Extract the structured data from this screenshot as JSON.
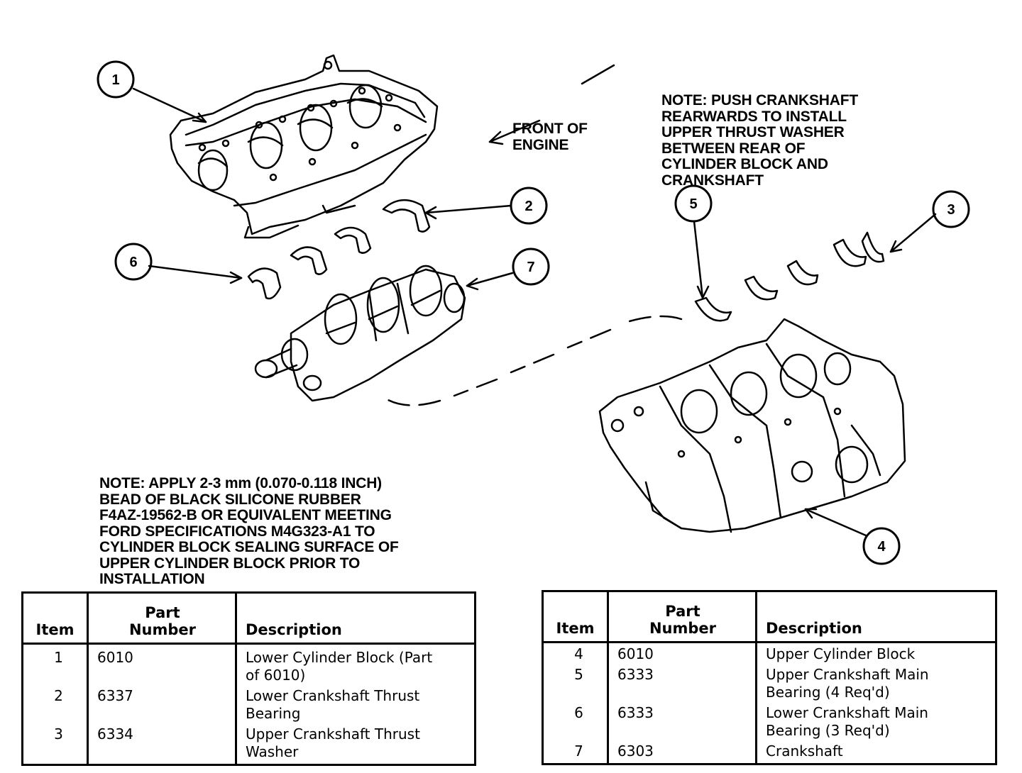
{
  "callouts": [
    "1",
    "2",
    "3",
    "4",
    "5",
    "6",
    "7"
  ],
  "front_label": [
    "FRONT OF",
    "ENGINE"
  ],
  "note_top": [
    "NOTE: PUSH CRANKSHAFT",
    "REARWARDS TO INSTALL",
    "UPPER THRUST WASHER",
    "BETWEEN REAR OF",
    "CYLINDER BLOCK AND",
    "CRANKSHAFT"
  ],
  "note_bottom": [
    "NOTE: APPLY 2-3 mm (0.070-0.118 INCH)",
    "BEAD OF BLACK SILICONE RUBBER",
    "F4AZ-19562-B OR EQUIVALENT MEETING",
    "FORD SPECIFICATIONS M4G323-A1 TO",
    "CYLINDER BLOCK SEALING SURFACE OF",
    "UPPER CYLINDER BLOCK PRIOR TO",
    "INSTALLATION"
  ],
  "table_headers": {
    "item": "Item",
    "part_line1": "Part",
    "part_line2": "Number",
    "description": "Description"
  },
  "table_left": [
    {
      "item": "1",
      "part": "6010",
      "desc1": "Lower Cylinder Block (Part",
      "desc2": "of 6010)"
    },
    {
      "item": "2",
      "part": "6337",
      "desc1": "Lower Crankshaft Thrust",
      "desc2": "Bearing"
    },
    {
      "item": "3",
      "part": "6334",
      "desc1": "Upper Crankshaft Thrust",
      "desc2": "Washer"
    }
  ],
  "table_right": [
    {
      "item": "4",
      "part": "6010",
      "desc1": "Upper Cylinder Block",
      "desc2": ""
    },
    {
      "item": "5",
      "part": "6333",
      "desc1": "Upper Crankshaft Main",
      "desc2": "Bearing (4 Req'd)"
    },
    {
      "item": "6",
      "part": "6333",
      "desc1": "Lower Crankshaft Main",
      "desc2": "Bearing (3 Req'd)"
    },
    {
      "item": "7",
      "part": "6303",
      "desc1": "Crankshaft",
      "desc2": ""
    }
  ]
}
